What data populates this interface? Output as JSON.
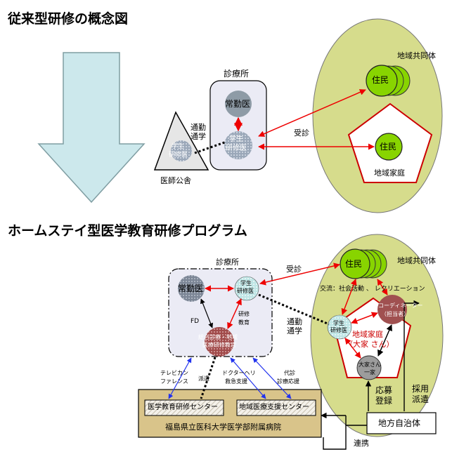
{
  "titles": {
    "traditional": "従来型研修の概念図",
    "homestay": "ホームステイ型医学教育研修プログラム"
  },
  "top": {
    "community": "地域共同体",
    "clinic": "診療所",
    "resident_doctor": "常勤医",
    "student_trainee": [
      "学生",
      "研修医"
    ],
    "resident_mini": "住民",
    "family_home": "地域家庭",
    "commute_study": [
      "通勤",
      "通学"
    ],
    "consult": "受診",
    "dormitory": "医師公舎",
    "triangle_text": [
      "学生",
      "研修医"
    ]
  },
  "bottom": {
    "clinic": "診療所",
    "community": "地域共同体",
    "resident_doctor": "常勤医",
    "student_trainee": [
      "学生",
      "研修医"
    ],
    "general_doctor": [
      "総合診療・地域",
      "医療研修教官"
    ],
    "residents": "住民",
    "consult": "受診",
    "exchange": "交流：社会活動 、 レクリエーション",
    "fd": "FD",
    "training_education": [
      "研修",
      "教育"
    ],
    "commute_study": [
      "通勤",
      "通学"
    ],
    "coordinator": [
      "コーディネーター",
      "（担当者）"
    ],
    "home_student": [
      "学生",
      "研修医"
    ],
    "home_label": "地域家庭",
    "host": "（大家 さん）",
    "host_family": [
      "大家さん",
      "一家"
    ],
    "tv_conf": [
      "テレビカン",
      "ファレンス"
    ],
    "dispatch": "派遣",
    "doctor_heli": [
      "ドクターヘリ",
      "救急支援"
    ],
    "proxy": [
      "代診",
      "診療応援"
    ],
    "apply_register": [
      "応募",
      "登録"
    ],
    "hire_dispatch": [
      "採用",
      "派遣"
    ],
    "edu_center": "医学教育研修センター",
    "regional_center": "地域医療支援センター",
    "hospital": "福島県立医科大学医学部附属病院",
    "local_gov": "地方自治体",
    "collab": "連携"
  },
  "colors": {
    "arrow_fill": "#cce8ec",
    "community_fill": "#d6dc8c",
    "resident_green": "#88d400",
    "family_border": "#cc0000",
    "red_arrow": "#ee0000",
    "blue_arrow": "#2233ee",
    "hospital_fill": "#d9c48a",
    "clinic_fill": "#ebebf5"
  }
}
